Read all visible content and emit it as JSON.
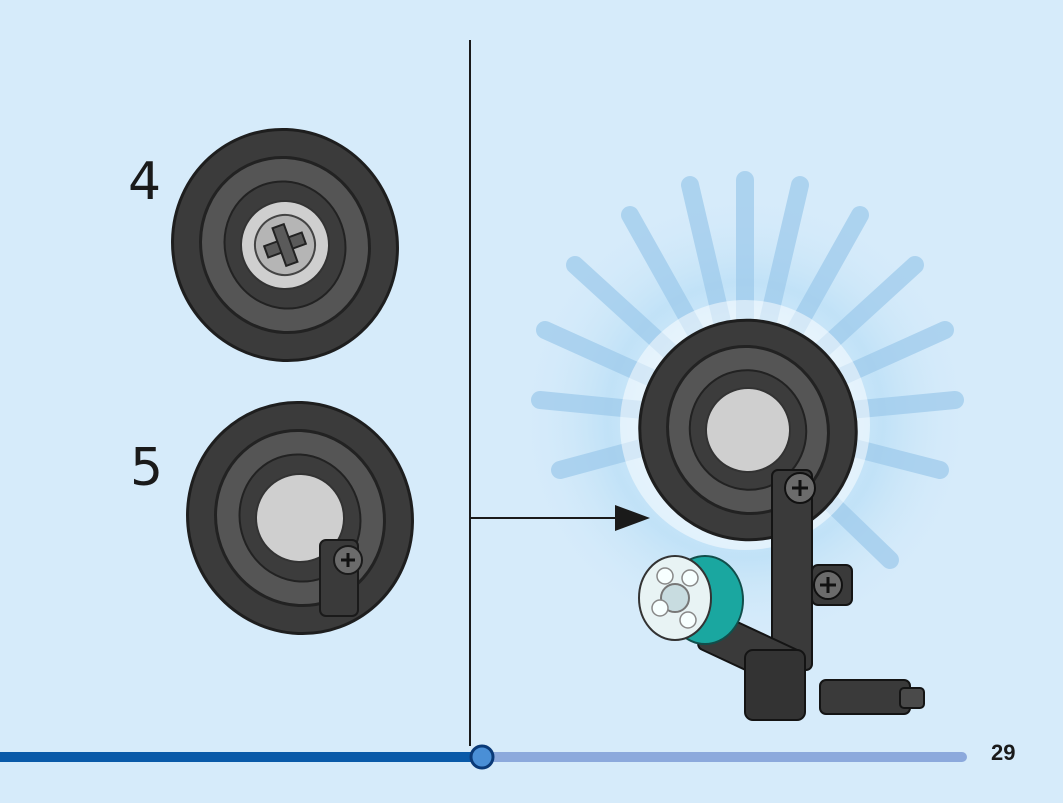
{
  "steps": [
    {
      "number": "4"
    },
    {
      "number": "5"
    }
  ],
  "page": {
    "number": "29"
  },
  "progress": {
    "fraction": 0.5,
    "track_color": "#8ca9dc",
    "fill_color": "#0a5aa8"
  },
  "colors": {
    "background": "#d6ebfa",
    "tire": "#3a3a3a",
    "rim": "#5a5a5a",
    "gear": "#d0d0d0",
    "teal": "#1aa7a0",
    "burst": "#9fd0f0"
  },
  "icons": [
    "tire-icon",
    "axle-icon",
    "arrow-icon",
    "light-brick-icon",
    "burst-icon"
  ]
}
